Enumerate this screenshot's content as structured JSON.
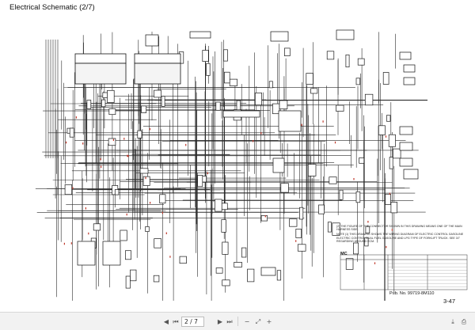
{
  "document": {
    "title": "Electrical Schematic (2/7)",
    "notes": [
      "(2) THE FIGURE OF THE CONNECTOR SHOWN IN THIS DRAWING MEANS ONE OF THE MAIN HARNESS SIDE.",
      "NOTE (1) THIS DRAWING SHOWS THE WIRING DIAGRAM OF ELECTRIC CONTROL GASOLINE ELECTRIC CONTROL DUAL FUEL GASOLINE AND LPG TYPE OF FORKLIFT TRUCK. SEE 3/7 REGARDING AROUND ECM."
    ],
    "table_label": "MC",
    "publication": "Pub. No. 99719-8M110",
    "page_number": "3-47"
  },
  "viewer": {
    "current_page": "2 / 7",
    "page_total": "",
    "icons": [
      "first-page-icon",
      "prev-page-icon",
      "next-page-icon",
      "last-page-icon",
      "zoom-out-icon",
      "zoom-in-icon",
      "fit-page-icon",
      "download-icon",
      "print-icon"
    ]
  }
}
